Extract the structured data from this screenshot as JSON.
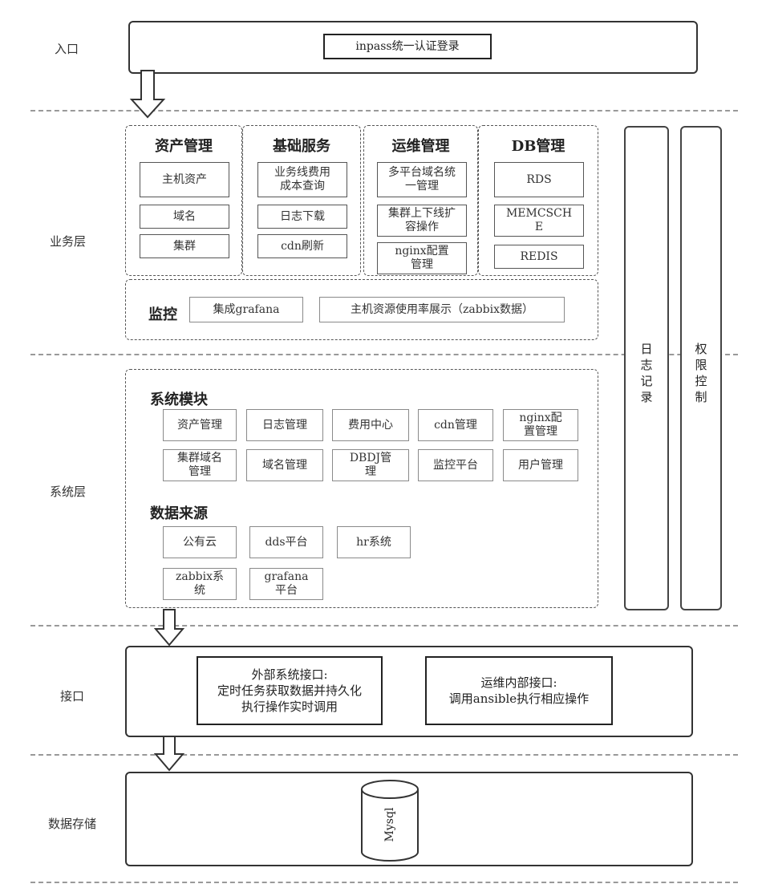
{
  "layers": {
    "entry": "入口",
    "business": "业务层",
    "system": "系统层",
    "interface": "接口",
    "storage": "数据存储"
  },
  "entry": {
    "login": "inpass统一认证登录"
  },
  "business": {
    "asset": {
      "title": "资产管理",
      "items": [
        "主机资产",
        "域名",
        "集群"
      ]
    },
    "base": {
      "title": "基础服务",
      "items": [
        "业务线费用成本查询",
        "日志下载",
        "cdn刷新"
      ]
    },
    "ops": {
      "title": "运维管理",
      "items": [
        "多平台域名统一管理",
        "集群上下线扩容操作",
        "nginx配置管理"
      ]
    },
    "db": {
      "title": "DB管理",
      "items": [
        "RDS",
        "MEMCSCHE",
        "REDIS"
      ]
    },
    "monitor": {
      "title": "监控",
      "items": [
        "集成grafana",
        "主机资源使用率展示（zabbix数据）"
      ]
    }
  },
  "side": {
    "log": "日志记录",
    "perm": "权限控制"
  },
  "system": {
    "modules_title": "系统模块",
    "modules": [
      "资产管理",
      "日志管理",
      "费用中心",
      "cdn管理",
      "nginx配置管理",
      "集群域名管理",
      "域名管理",
      "DBDJ管理",
      "监控平台",
      "用户管理"
    ],
    "sources_title": "数据来源",
    "sources": [
      "公有云",
      "dds平台",
      "hr系统",
      "zabbix系统",
      "grafana平台"
    ]
  },
  "interfaces": {
    "external": "外部系统接口:\n定时任务获取数据并持久化\n执行操作实时调用",
    "internal": "运维内部接口:\n调用ansible执行相应操作"
  },
  "storage": {
    "db": "Mysql"
  }
}
